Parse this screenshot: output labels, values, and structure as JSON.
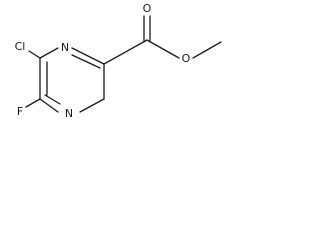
{
  "structure": {
    "atoms": {
      "ring_n_top": "N",
      "ring_n_bottom": "N",
      "chlorine": "Cl",
      "fluorine": "F",
      "carbonyl_oxygen": "O",
      "ester_oxygen": "O"
    },
    "colors": {
      "line": "#1a1a1a",
      "background": "#ffffff"
    }
  }
}
